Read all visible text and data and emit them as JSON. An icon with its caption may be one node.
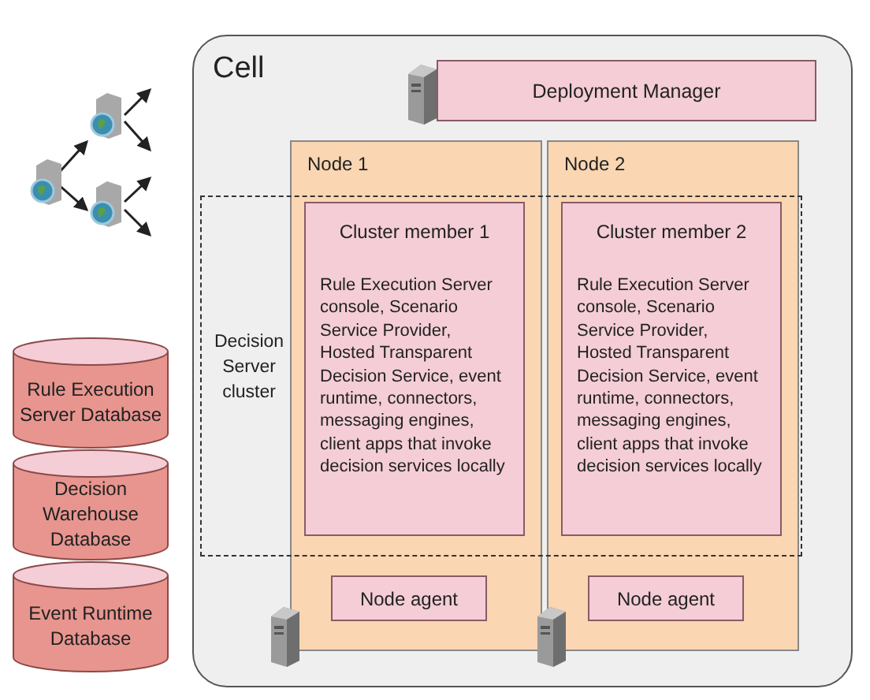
{
  "diagram": {
    "nodes": [
      {
        "text": [
          "Cell"
        ]
      },
      {
        "text": [
          "Deployment Manager"
        ],
        "in": 0
      },
      {
        "text": [
          "Node 1"
        ],
        "in": 0
      },
      {
        "text": [
          "Cluster member 1",
          "Rule Execution Server console, Scenario Service Provider, Hosted Transparent Decision Service, event runtime, connectors, messaging engines, client apps that invoke decision services locally"
        ]
      },
      {
        "text": [
          "Node agent"
        ],
        "in": 2
      },
      {
        "text": [
          "Node 2"
        ],
        "in": 0
      },
      {
        "text": [
          "Cluster member 2",
          "Rule Execution Server console, Scenario Service Provider, Hosted Transparent Decision Service, event runtime, connectors, messaging engines, client apps that invoke decision services locally"
        ]
      },
      {
        "text": [
          "Node agent"
        ],
        "in": 5
      },
      {
        "text": [
          "Decision Server cluster"
        ],
        "in": 0
      },
      {
        "text": [
          "Rule Execution Server Database"
        ]
      },
      {
        "text": [
          "Decision Warehouse Database"
        ]
      },
      {
        "text": [
          "Event Runtime Database"
        ]
      }
    ]
  }
}
